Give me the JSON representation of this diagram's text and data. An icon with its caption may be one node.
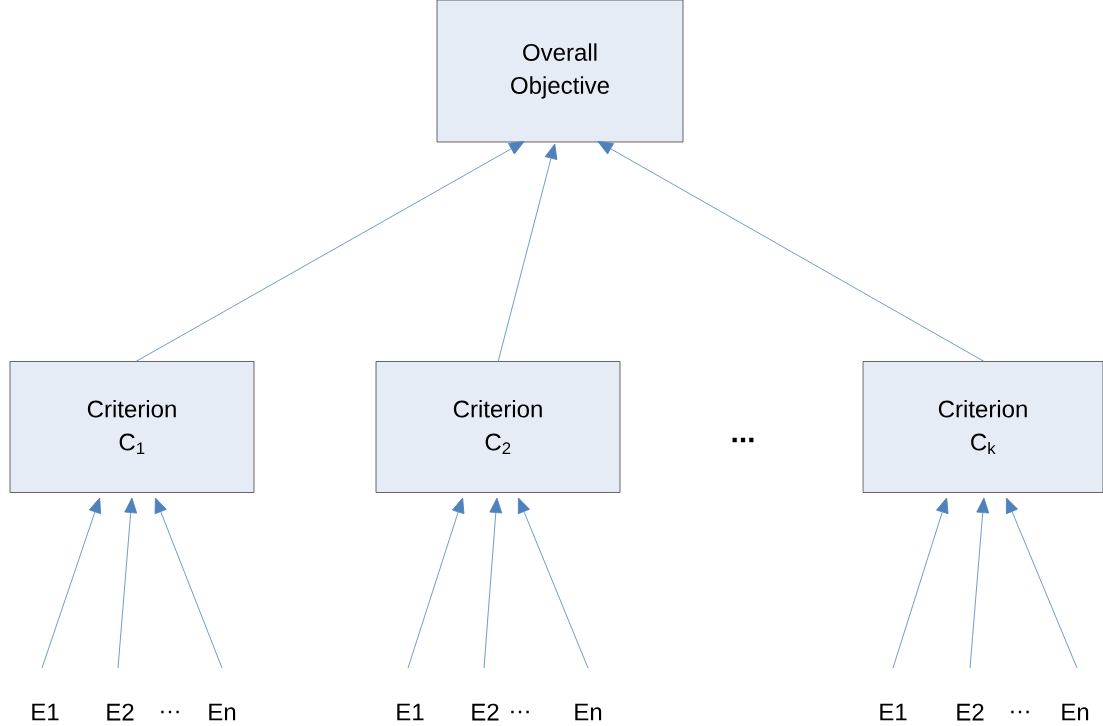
{
  "diagram": {
    "nodes": [
      {
        "text": [
          "Overall Objective"
        ]
      },
      {
        "text": [
          "Criterion C$_{1}$"
        ]
      },
      {
        "text": [
          "Criterion C$_{2}$"
        ]
      },
      {
        "text": [
          "Criterion C$_{k}$"
        ]
      },
      {
        "text": [
          "E1"
        ]
      },
      {
        "text": [
          "E2"
        ]
      },
      {
        "text": [
          "En"
        ]
      },
      {
        "text": [
          "E1"
        ]
      },
      {
        "text": [
          "E2"
        ]
      },
      {
        "text": [
          "En"
        ]
      },
      {
        "text": [
          "E1"
        ]
      },
      {
        "text": [
          "E2"
        ]
      },
      {
        "text": [
          "En"
        ]
      }
    ],
    "edges": [
      {
        "from": 1,
        "to": 0,
        "arrow": "to"
      },
      {
        "from": 2,
        "to": 0,
        "arrow": "to"
      },
      {
        "from": 3,
        "to": 0,
        "arrow": "to"
      },
      {
        "from": 4,
        "to": 1,
        "arrow": "to"
      },
      {
        "from": 5,
        "to": 1,
        "arrow": "to"
      },
      {
        "from": 6,
        "to": 1,
        "arrow": "to"
      },
      {
        "from": 7,
        "to": 2,
        "arrow": "to"
      },
      {
        "from": 8,
        "to": 2,
        "arrow": "to"
      },
      {
        "from": 9,
        "to": 2,
        "arrow": "to"
      },
      {
        "from": 10,
        "to": 3,
        "arrow": "to"
      },
      {
        "from": 11,
        "to": 3,
        "arrow": "to"
      },
      {
        "from": 12,
        "to": 3,
        "arrow": "to"
      }
    ],
    "labels": [
      "...",
      "…",
      "…",
      "…"
    ]
  }
}
